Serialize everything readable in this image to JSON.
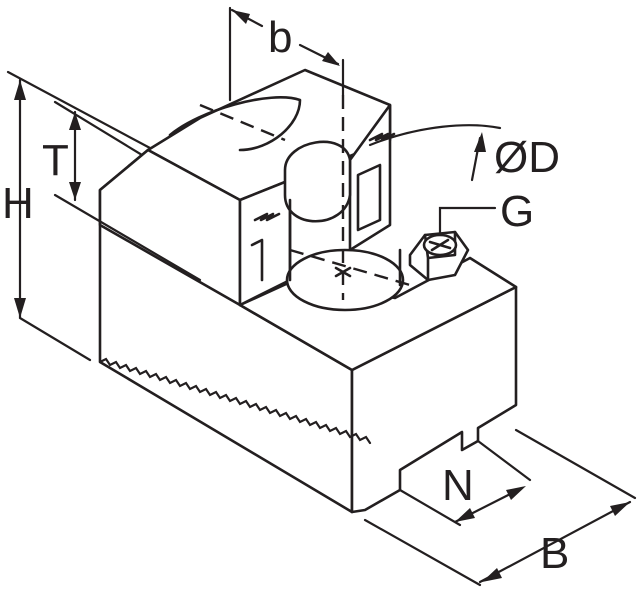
{
  "labels": {
    "b": "b",
    "T": "T",
    "H": "H",
    "D": "ØD",
    "G": "G",
    "N": "N",
    "B": "B"
  },
  "colors": {
    "line": "#231f20",
    "background": "#ffffff"
  }
}
